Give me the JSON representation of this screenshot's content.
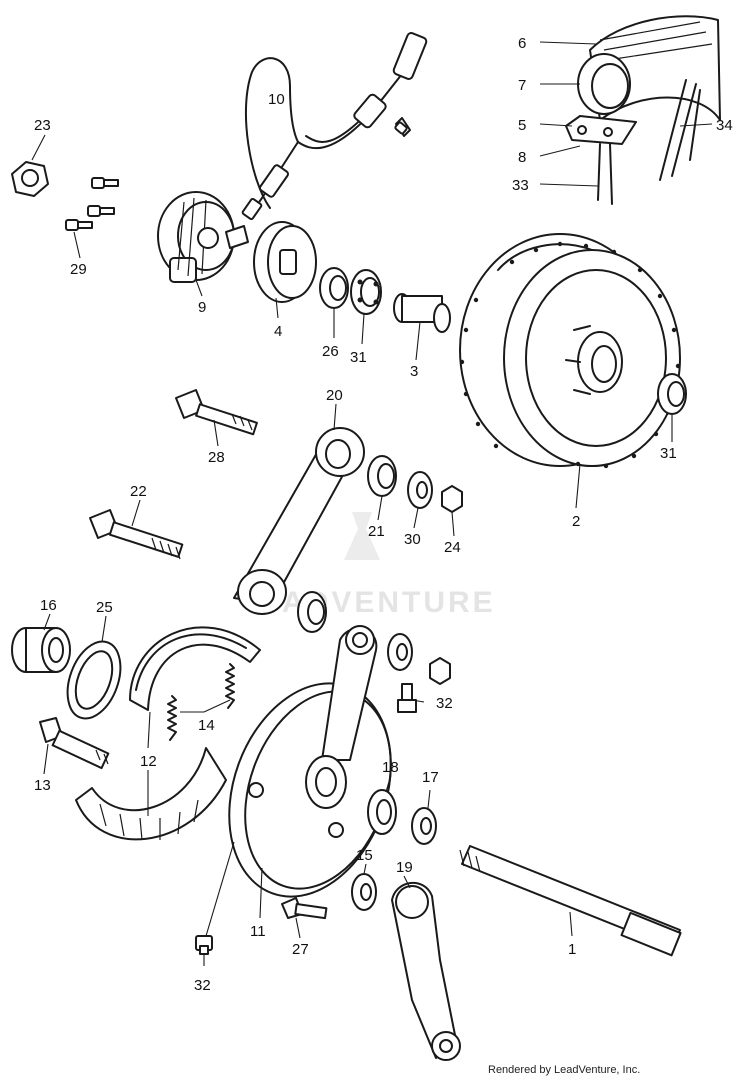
{
  "watermark": "ADVENTURE",
  "credit": "Rendered by LeadVenture, Inc.",
  "callouts": {
    "c1": "1",
    "c2": "2",
    "c3": "3",
    "c4": "4",
    "c5": "5",
    "c6": "6",
    "c7": "7",
    "c8": "8",
    "c9": "9",
    "c10": "10",
    "c11": "11",
    "c12": "12",
    "c13": "13",
    "c14": "14",
    "c15": "15",
    "c16": "16",
    "c17": "17",
    "c18": "18",
    "c19": "19",
    "c20": "20",
    "c21": "21",
    "c22": "22",
    "c23": "23",
    "c24": "24",
    "c25": "25",
    "c26": "26",
    "c27": "27",
    "c28": "28",
    "c29": "29",
    "c30": "30",
    "c31": "31",
    "c32": "32",
    "c33": "33",
    "c34": "34"
  }
}
